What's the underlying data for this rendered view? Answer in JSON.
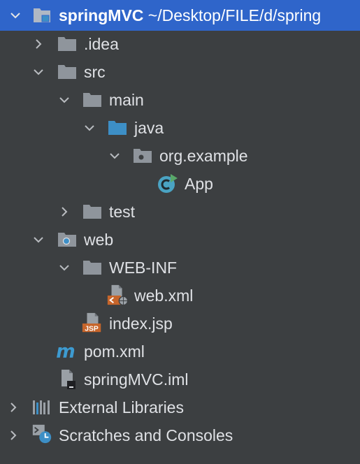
{
  "colors": {
    "background": "#3c3f41",
    "selection": "#2f65ca",
    "text": "#dfe1e5",
    "folder": "#8f959c",
    "source_folder": "#3d8fc6",
    "xml_orange": "#c6652b",
    "maven_blue": "#3d9bd1",
    "class_teal": "#4aa3c3",
    "run_green": "#59a869"
  },
  "project": {
    "name": "springMVC",
    "path": "~/Desktop/FILE/d/spring",
    "icon": "module-folder-icon"
  },
  "nodes": [
    {
      "label": ".idea",
      "icon": "folder-icon",
      "expanded": false
    },
    {
      "label": "src",
      "icon": "folder-icon",
      "expanded": true
    },
    {
      "label": "main",
      "icon": "folder-icon",
      "expanded": true
    },
    {
      "label": "java",
      "icon": "source-folder-icon",
      "expanded": true
    },
    {
      "label": "org.example",
      "icon": "package-icon",
      "expanded": true
    },
    {
      "label": "App",
      "icon": "java-class-runnable-icon"
    },
    {
      "label": "test",
      "icon": "folder-icon",
      "expanded": false
    },
    {
      "label": "web",
      "icon": "web-folder-icon",
      "expanded": true
    },
    {
      "label": "WEB-INF",
      "icon": "folder-icon",
      "expanded": true
    },
    {
      "label": "web.xml",
      "icon": "xml-web-file-icon"
    },
    {
      "label": "index.jsp",
      "icon": "jsp-file-icon",
      "badge": "JSP"
    },
    {
      "label": "pom.xml",
      "icon": "maven-icon",
      "badge": "m"
    },
    {
      "label": "springMVC.iml",
      "icon": "iml-file-icon"
    },
    {
      "label": "External Libraries",
      "icon": "libraries-icon",
      "expanded": false
    },
    {
      "label": "Scratches and Consoles",
      "icon": "scratches-icon",
      "expanded": false
    }
  ]
}
